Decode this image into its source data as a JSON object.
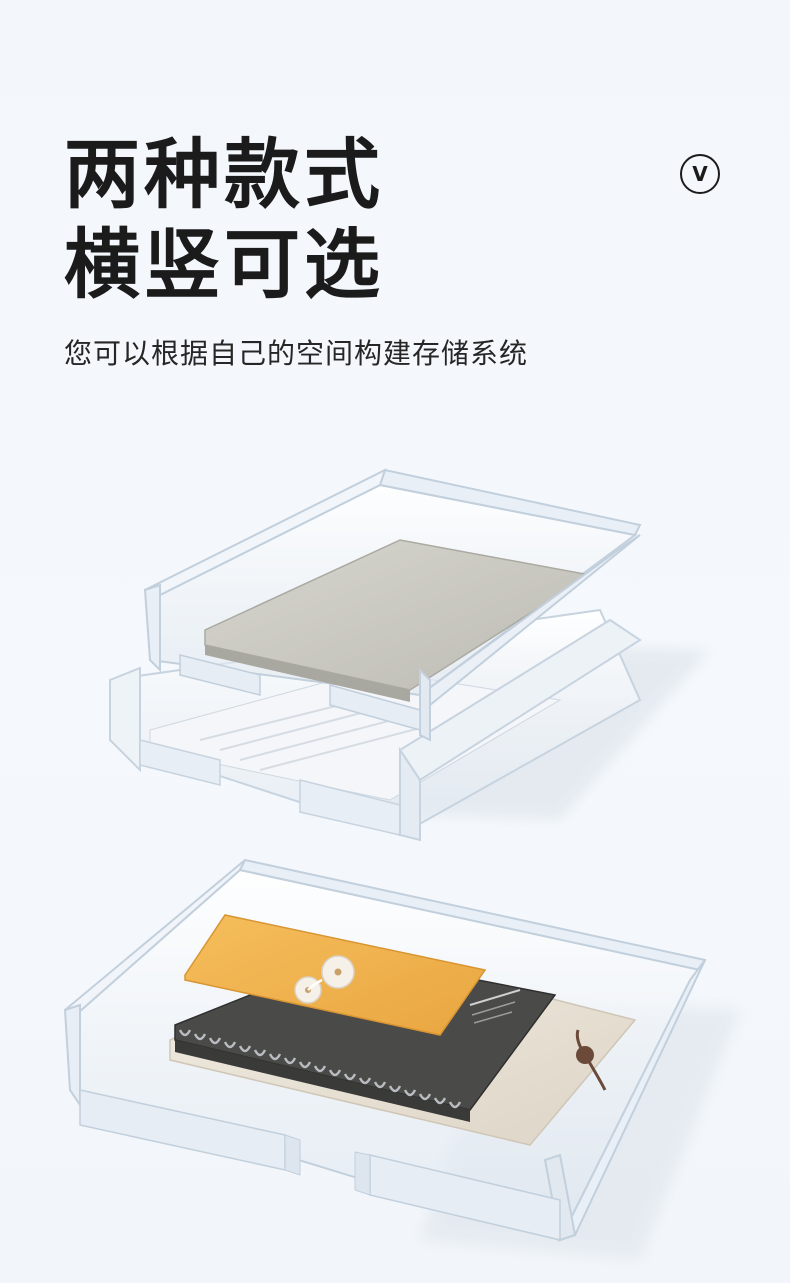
{
  "header": {
    "title_line_1": "两种款式",
    "title_line_2": "横竖可选",
    "subtitle": "您可以根据自己的空间构建存储系统",
    "badge_letter": "V"
  },
  "images": [
    {
      "name": "stacked-acrylic-trays",
      "icon": "product-photo"
    },
    {
      "name": "single-acrylic-tray",
      "icon": "product-photo"
    }
  ],
  "colors": {
    "background": "#f4f8fc",
    "text": "#1b1b1b",
    "acrylic_edge": "#c7d3df",
    "grey_paper": "#c9c8c0",
    "kraft_envelope": "#f0b350",
    "notebook": "#4a4a48",
    "beige_folder": "#e9e3d7"
  }
}
